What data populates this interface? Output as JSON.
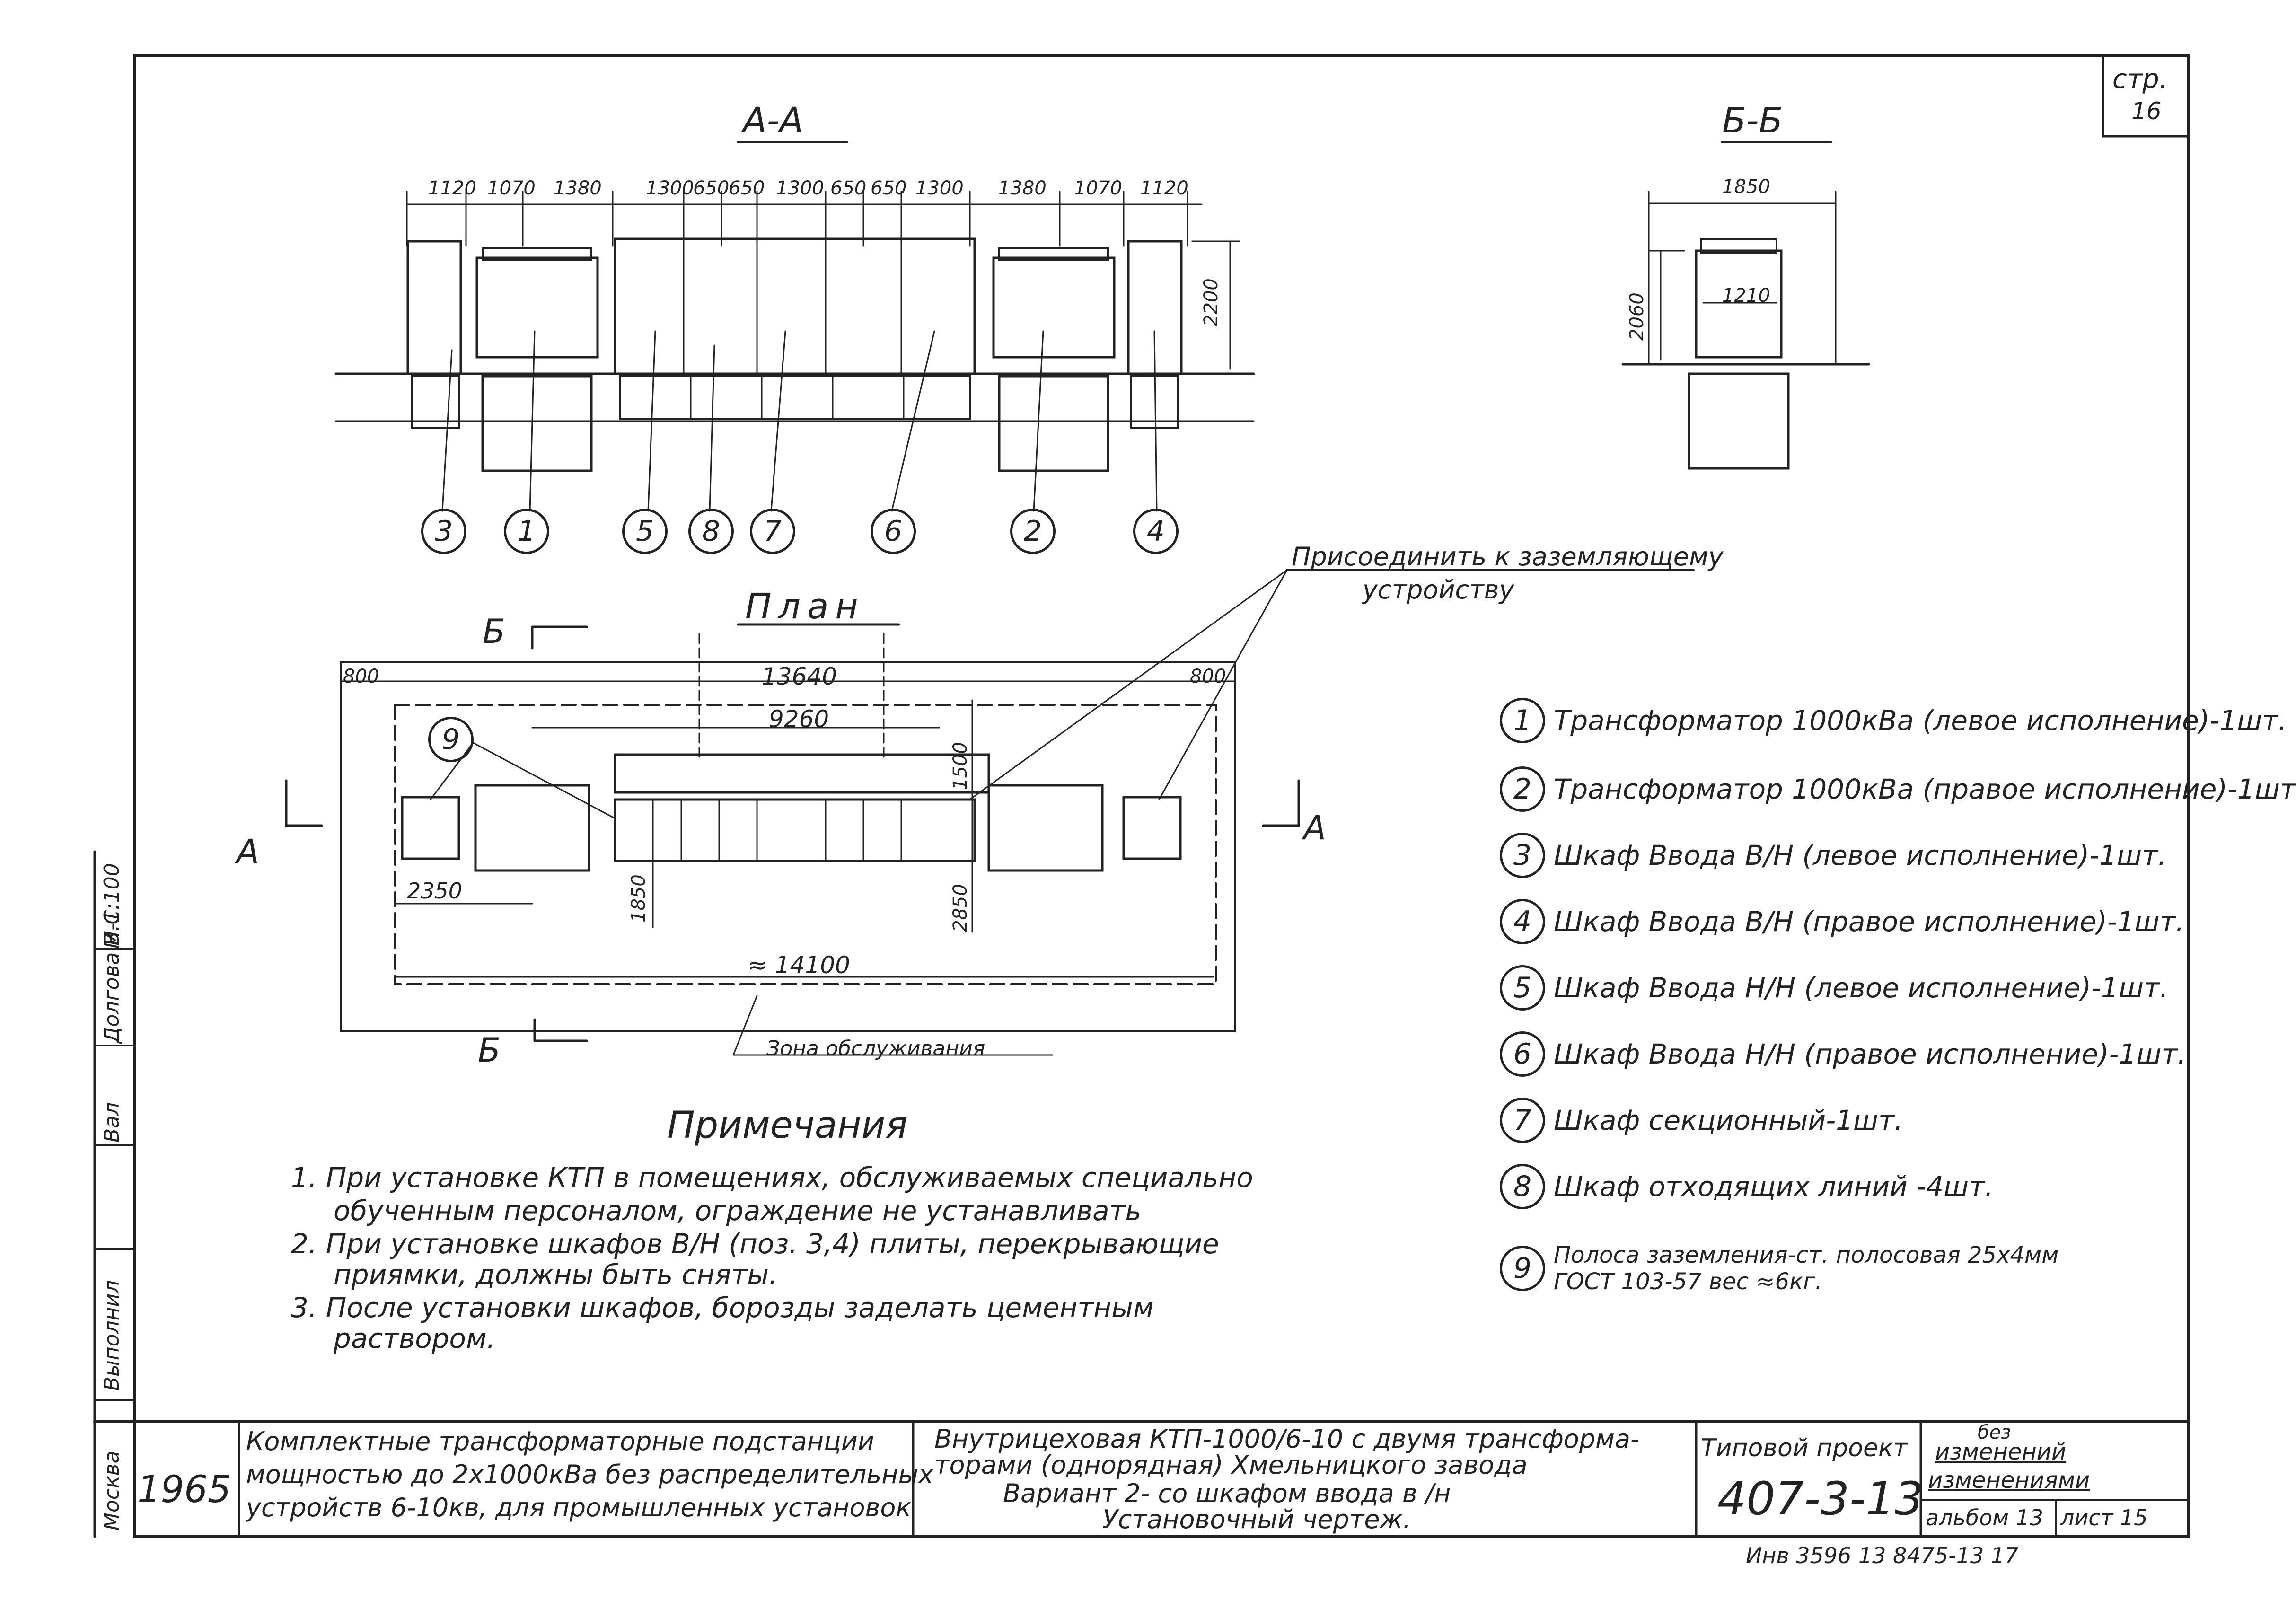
{
  "sheet_stamp": {
    "label_top": "стр.",
    "label_bottom": "16"
  },
  "section_aa": {
    "title": "А-А",
    "dims_top": [
      "1120",
      "1070",
      "1380",
      "1300",
      "650",
      "650",
      "1300",
      "650",
      "650",
      "1300",
      "1380",
      "1070",
      "1120"
    ],
    "height_dim": "2200",
    "callouts": [
      "3",
      "1",
      "5",
      "8",
      "7",
      "6",
      "2",
      "4"
    ]
  },
  "section_bb": {
    "title": "Б-Б",
    "width_dim": "1850",
    "height_dim": "2060",
    "inner_dim": "1210"
  },
  "plan": {
    "title": "План",
    "section_mark_top": "Б",
    "section_mark_bottom": "Б",
    "section_mark_left": "А",
    "section_mark_right": "А",
    "dims": {
      "left_offset": "800",
      "right_offset": "800",
      "overall": "13640",
      "inner": "9260",
      "depth_a": "1500",
      "depth_b": "1850",
      "depth_c": "2850",
      "left_span": "2350",
      "total": "≈ 14100"
    },
    "callout_9": "9",
    "grounding_note": [
      "Присоединить к заземляющему",
      "устройству"
    ],
    "service_zone": "Зона обслуживания"
  },
  "legend": [
    {
      "num": "1",
      "text": "Трансформатор 1000кВа (левое исполнение)-1шт."
    },
    {
      "num": "2",
      "text": "Трансформатор 1000кВа (правое исполнение)-1шт"
    },
    {
      "num": "3",
      "text": "Шкаф Ввода В/Н (левое исполнение)-1шт."
    },
    {
      "num": "4",
      "text": "Шкаф Ввода В/Н (правое исполнение)-1шт."
    },
    {
      "num": "5",
      "text": "Шкаф Ввода Н/Н (левое исполнение)-1шт."
    },
    {
      "num": "6",
      "text": "Шкаф Ввода Н/Н (правое исполнение)-1шт."
    },
    {
      "num": "7",
      "text": "Шкаф секционный-1шт."
    },
    {
      "num": "8",
      "text": "Шкаф отходящих линий -4шт."
    },
    {
      "num": "9",
      "text": "Полоса заземления-ст. полосовая 25х4мм",
      "text2": "ГОСТ 103-57 вес ≈6кг."
    }
  ],
  "notes": {
    "title": "Примечания",
    "lines": [
      "1. При установке КТП в помещениях, обслуживаемых специально",
      "обученным персоналом, ограждение не устанавливать",
      "2. При установке шкафов В/Н (поз. 3,4) плиты, перекрывающие",
      "приямки, должны быть сняты.",
      "3. После установки шкафов, борозды заделать цементным",
      "раствором."
    ]
  },
  "side_strip": {
    "scale": "М-1:100",
    "author": "Долгова В.С.",
    "signature": "Вал",
    "performed": "Выполнил",
    "city": "Москва"
  },
  "title_block": {
    "year": "1965",
    "col1": [
      "Комплектные трансформаторные подстанции",
      "мощностью до 2х1000кВа без распределительных",
      "устройств 6-10кв, для промышленных установок"
    ],
    "col2": [
      "Внутрицеховая КТП-1000/6-10 с двумя трансформа-",
      "торами (однорядная) Хмельницкого завода",
      "Вариант 2- со шкафом ввода в /н",
      "Установочный чертеж."
    ],
    "project_label": "Типовой проект",
    "project_number": "407-3-13",
    "rev_top": "без",
    "rev_mid": "изменений",
    "rev_bottom": "изменениями",
    "album": "альбом 13",
    "sheet": "лист 15"
  },
  "inventory_note": "Инв 3596 13 8475-13 17"
}
